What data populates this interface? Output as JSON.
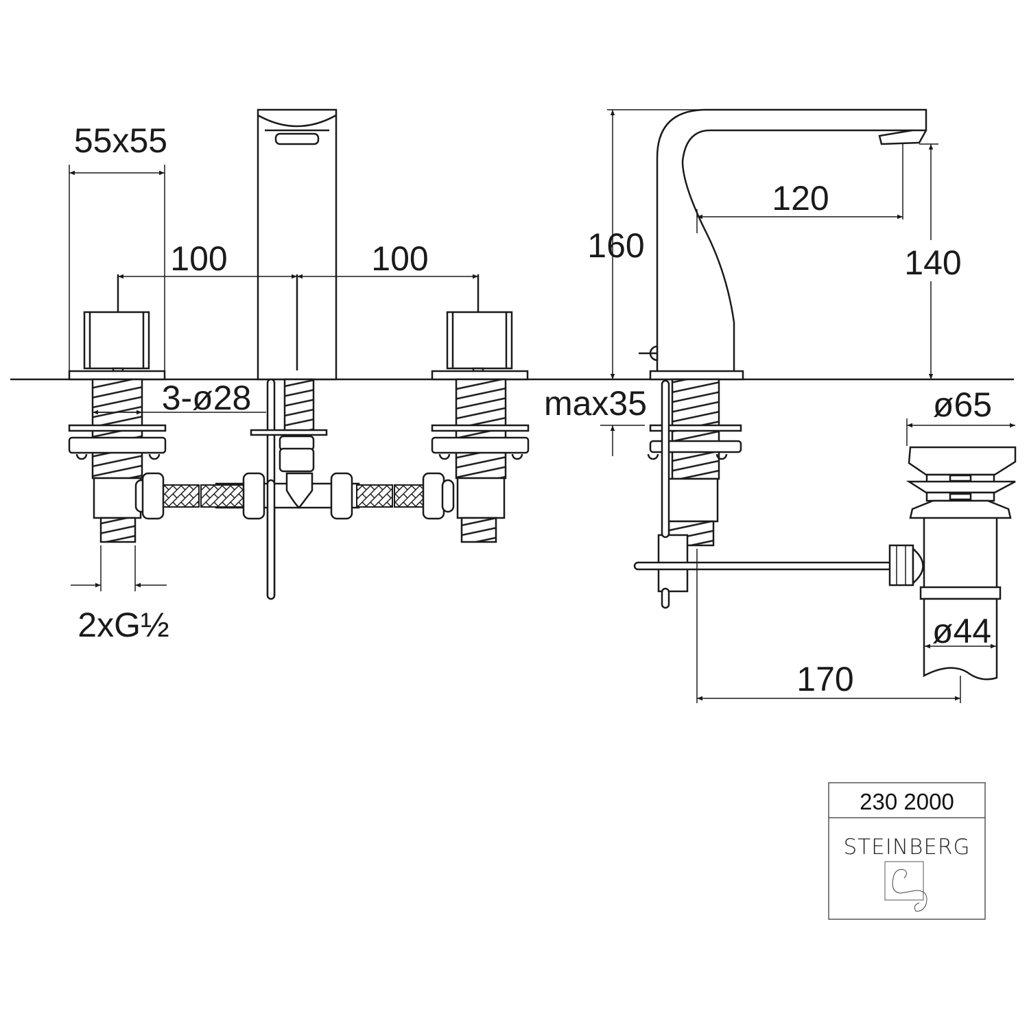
{
  "dimensions": {
    "handle_size": "55x55",
    "spacing_left": "100",
    "spacing_right": "100",
    "hole_diameter": "3-ø28",
    "connection": "2xG½",
    "height_total": "160",
    "spout_reach": "120",
    "spout_height": "140",
    "max_deck": "max35",
    "drain_top_diameter": "ø65",
    "drain_pipe_diameter": "ø44",
    "drain_rod_length": "170"
  },
  "title_block": {
    "article_number": "230 2000",
    "brand": "STEINBERG"
  },
  "colors": {
    "line": "#1a1a1a",
    "background": "#ffffff"
  }
}
